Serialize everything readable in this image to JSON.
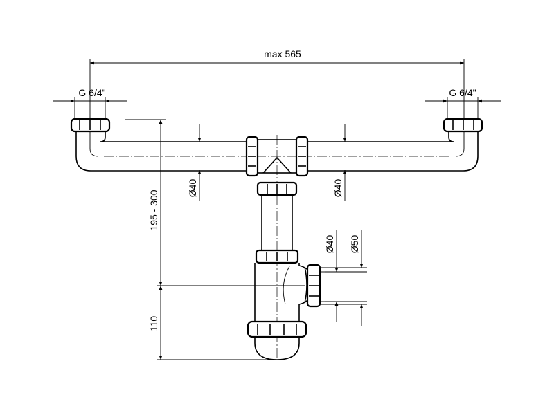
{
  "drawing": {
    "max_width": "max 565",
    "thread_left": "G 6/4\"",
    "thread_right": "G 6/4\"",
    "height_range": "195 - 300",
    "outlet_height": "110",
    "pipe_dia_left": "Ø40",
    "pipe_dia_right": "Ø40",
    "outlet_dia_inner": "Ø40",
    "outlet_dia_outer": "Ø50"
  }
}
